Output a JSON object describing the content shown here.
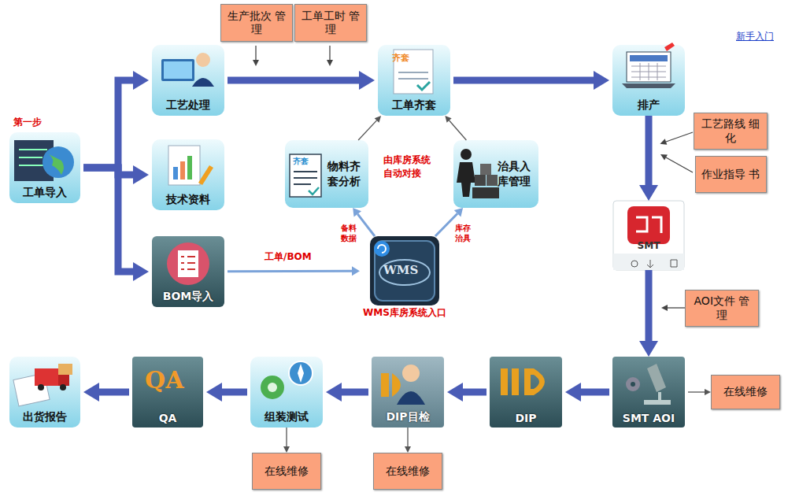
{
  "diagram": {
    "nodes": [
      {
        "text": [
          "工艺处理"
        ]
      },
      {
        "text": [
          "齐套",
          "工单齐套"
        ]
      },
      {
        "text": [
          "排产"
        ]
      },
      {
        "text": [
          "生产批次 管理"
        ]
      },
      {
        "text": [
          "工单工时 管理"
        ]
      },
      {
        "text": [
          "工单导入"
        ]
      },
      {
        "text": [
          "技术资料"
        ]
      },
      {
        "text": [
          "齐套",
          "物料齐 套分析"
        ]
      },
      {
        "text": [
          "治具入 库管理"
        ]
      },
      {
        "text": [
          "工艺路线 细化"
        ]
      },
      {
        "text": [
          "作业指导 书"
        ]
      },
      {
        "text": [
          "BOM导入"
        ]
      },
      {
        "text": [
          "WMS",
          "WMS库房系统入口"
        ]
      },
      {
        "text": [
          "SMT"
        ]
      },
      {
        "text": [
          "AOI文件 管理"
        ]
      },
      {
        "text": [
          "出货报告"
        ]
      },
      {
        "text": [
          "QA",
          "QA"
        ]
      },
      {
        "text": [
          "组装测试"
        ]
      },
      {
        "text": [
          "DIP目检"
        ]
      },
      {
        "text": [
          "DIP"
        ]
      },
      {
        "text": [
          "SMT AOI"
        ]
      },
      {
        "text": [
          "在线维修"
        ]
      },
      {
        "text": [
          "在线维修"
        ]
      },
      {
        "text": [
          "在线维修"
        ]
      }
    ],
    "edges": [
      {
        "from": 5,
        "to": 0,
        "arrow": "to"
      },
      {
        "from": 5,
        "to": 6,
        "arrow": "to"
      },
      {
        "from": 5,
        "to": 11,
        "arrow": "to"
      },
      {
        "from": 0,
        "to": 1,
        "arrow": "to"
      },
      {
        "from": 1,
        "to": 2,
        "arrow": "to"
      },
      {
        "from": 2,
        "to": 13,
        "arrow": "to"
      },
      {
        "from": 13,
        "to": 20,
        "arrow": "to"
      },
      {
        "from": 20,
        "to": 19,
        "arrow": "to"
      },
      {
        "from": 19,
        "to": 18,
        "arrow": "to"
      },
      {
        "from": 18,
        "to": 17,
        "arrow": "to"
      },
      {
        "from": 17,
        "to": 16,
        "arrow": "to"
      },
      {
        "from": 16,
        "to": 15,
        "arrow": "to"
      },
      {
        "from": 20,
        "to": 21,
        "arrow": "to"
      },
      {
        "from": 17,
        "to": 22,
        "arrow": "to"
      },
      {
        "from": 18,
        "to": 23,
        "arrow": "to"
      },
      {
        "from": 11,
        "to": 12,
        "label": "工单/BOM",
        "arrow": "to"
      },
      {
        "from": 12,
        "to": 7,
        "label": "备料 数据",
        "arrow": "to"
      },
      {
        "from": 12,
        "to": 8,
        "label": "库存 治具",
        "arrow": "to"
      },
      {
        "from": 7,
        "to": 1,
        "arrow": "to"
      },
      {
        "from": 8,
        "to": 1,
        "arrow": "to"
      }
    ],
    "labels": [
      "第一步",
      "新手入门",
      "由库房系统 自动对接"
    ]
  }
}
